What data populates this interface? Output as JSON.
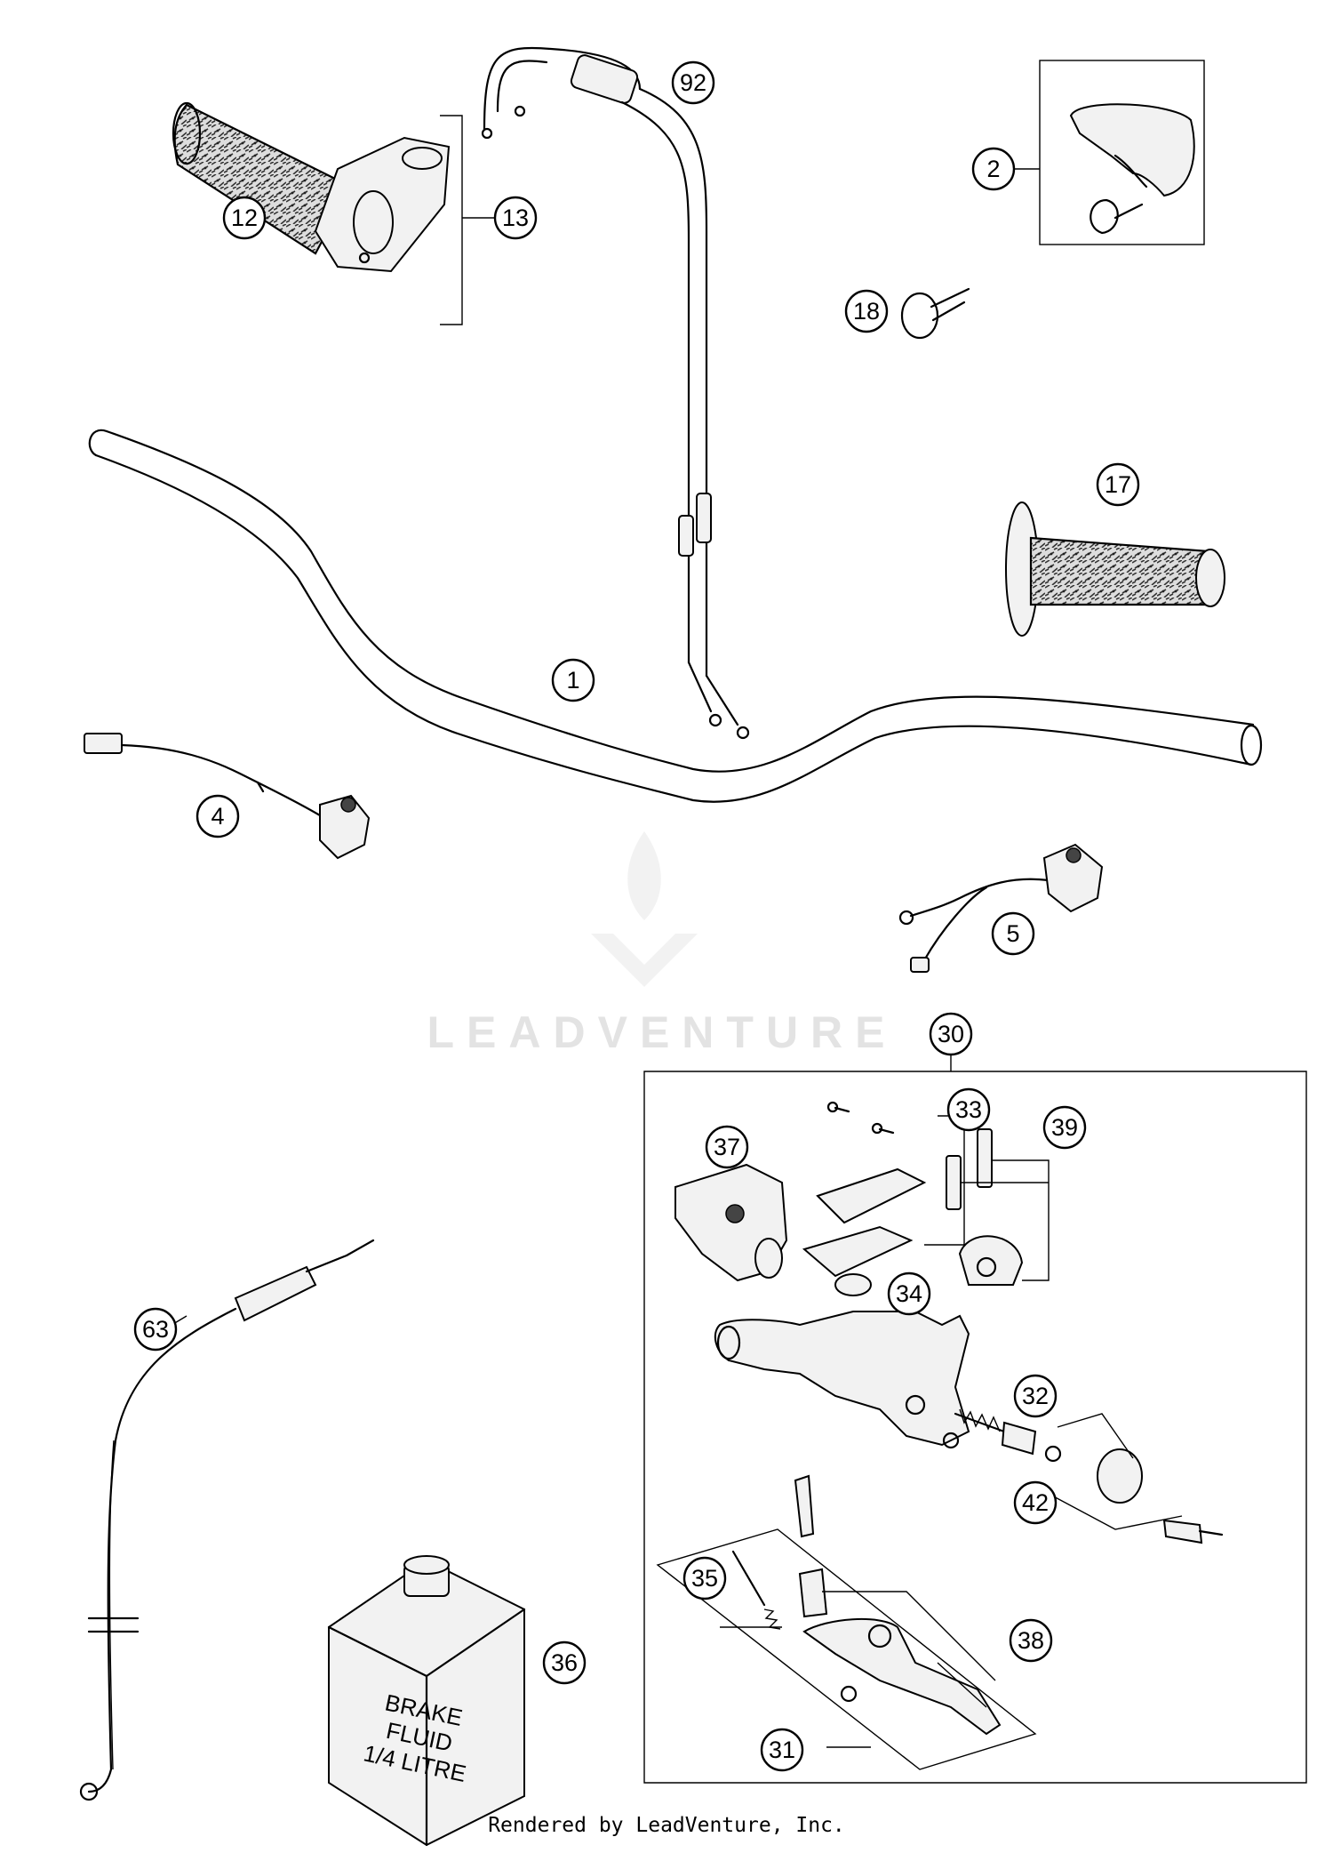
{
  "callouts": [
    {
      "label": "92"
    },
    {
      "label": "2"
    },
    {
      "label": "12"
    },
    {
      "label": "13"
    },
    {
      "label": "18"
    },
    {
      "label": "17"
    },
    {
      "label": "1"
    },
    {
      "label": "4"
    },
    {
      "label": "5"
    },
    {
      "label": "30"
    },
    {
      "label": "33"
    },
    {
      "label": "37"
    },
    {
      "label": "39"
    },
    {
      "label": "34"
    },
    {
      "label": "63"
    },
    {
      "label": "32"
    },
    {
      "label": "42"
    },
    {
      "label": "35"
    },
    {
      "label": "38"
    },
    {
      "label": "36"
    },
    {
      "label": "31"
    }
  ],
  "jug_label": {
    "line1": "BRAKE",
    "line2": "FLUID",
    "line3": "1/4 LITRE"
  },
  "watermark": {
    "text": "LEADVENTURE"
  },
  "footer": {
    "text": "Rendered by LeadVenture, Inc."
  }
}
